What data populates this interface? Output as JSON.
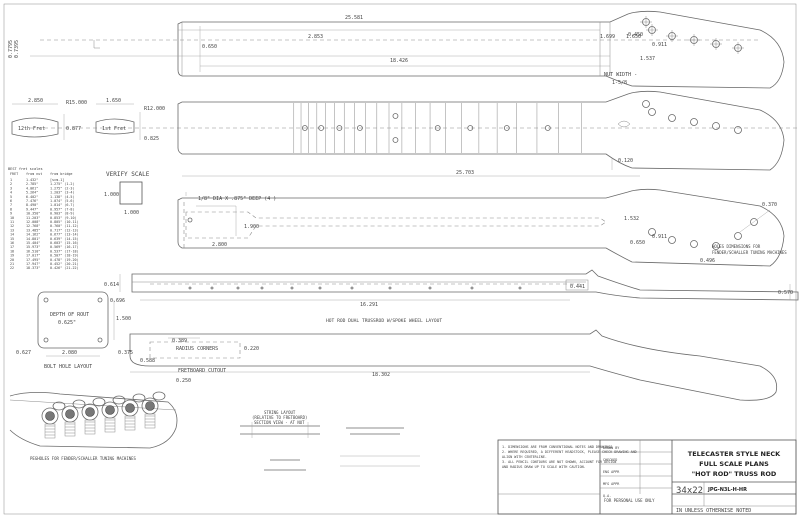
{
  "dims": {
    "overall_top": "25.581",
    "d2853": "2.853",
    "d0650": "0.650",
    "d18426": "18.426",
    "d1699": "1.699",
    "d1650": "1.650",
    "d1537": "1.537",
    "d0450": "0.450",
    "d0911": "0.911",
    "nut": "NUT WIDTH -",
    "nut2": "1-5/8",
    "left_vertical_1": "0.7795",
    "left_vertical_2": "0.7395",
    "r2850": "2.850",
    "r1650": "1.650",
    "r15000": "R15.000",
    "r12000": "R12.000",
    "r0877": "0.877",
    "r0825": "0.825",
    "fret12": "12th Fret",
    "fret1": "1st Fret",
    "d0120": "0.120",
    "overall_mid": "25.703",
    "verify": "VERIFY SCALE",
    "v1000a": "1.000",
    "v1000b": "1.000",
    "hole_note": "1/8\" DIA X .875\" DEEP (4 )",
    "d1900": "1.900",
    "d2800": "2.800",
    "d1532": "1.532",
    "d0370": "0.370",
    "d0650b": "0.650",
    "d0911b": "0.911",
    "d0496": "0.496",
    "holes_note1": "HOLES DIMENSIONS FOR",
    "holes_note2": "FENDER/SCHALLER TUNING MACHINES",
    "d0614": "0.614",
    "d0696": "0.696",
    "d16291": "16.291",
    "d0441": "0.441",
    "d0570": "0.570",
    "trussrod": "HOT ROD DUAL TRUSSROD W/SPOKE WHEEL LAYOUT",
    "rout1": "DEPTH OF ROUT",
    "rout2": "0.625\"",
    "d1500": "1.500",
    "d0627": "0.627",
    "d2080": "2.080",
    "d0375": "0.375",
    "bolt": "BOLT HOLE LAYOUT",
    "d0389": "0.389",
    "radius": "RADIUS CORNERS",
    "d0220": "0.220",
    "d0588": "0.588",
    "fretcut": "FRETBOARD CUTOUT",
    "d0250": "0.250",
    "d18302": "18.302",
    "pegs_note": "PEGHOLES FOR FENDER/SCHALLER TUNING MACHINES",
    "string_title": "STRING LAYOUT",
    "string_sub": "(RELATIVE TO FRETBOARD)",
    "string_sub2": "SECTION VIEW - AT NUT",
    "title1": "TELECASTER STYLE NECK",
    "title2": "FULL SCALE PLANS",
    "title3": "\"HOT ROD\" TRUSS ROD",
    "size": "34x22",
    "dwg": "JPG-N3L-H-HR",
    "personal": "FOR PERSONAL USE ONLY",
    "units": "IN UNLESS OTHERWISE NOTED"
  },
  "fret_table": {
    "header": [
      "FRET",
      "from nut",
      "from bridge"
    ],
    "title": "BEST fret scales",
    "rows": [
      [
        "1",
        "1.432\"",
        "[scm-1]"
      ],
      [
        "2",
        "2.785\"",
        "1.275\" (1-2)"
      ],
      [
        "3",
        "4.061\"",
        "1.275\" (2-3)"
      ],
      [
        "4",
        "5.264\"",
        "1.203\" (3-4)"
      ],
      [
        "5",
        "6.402\"",
        "1.138\" (4-5)"
      ],
      [
        "6",
        "7.476\"",
        "1.074\" (5-6)"
      ],
      [
        "7",
        "8.490\"",
        "1.014\" (6-7)"
      ],
      [
        "8",
        "9.447\"",
        "0.957\" (7-8)"
      ],
      [
        "9",
        "10.350\"",
        "0.903\" (8-9)"
      ],
      [
        "10",
        "11.203\"",
        "0.853\" (9-10)"
      ],
      [
        "11",
        "12.008\"",
        "0.805\" (10-11)"
      ],
      [
        "12",
        "12.768\"",
        "0.760\" (11-12)"
      ],
      [
        "13",
        "13.485\"",
        "0.717\" (12-13)"
      ],
      [
        "14",
        "14.162\"",
        "0.677\" (13-14)"
      ],
      [
        "15",
        "14.801\"",
        "0.639\" (14-15)"
      ],
      [
        "16",
        "15.404\"",
        "0.603\" (15-16)"
      ],
      [
        "17",
        "15.973\"",
        "0.569\" (16-17)"
      ],
      [
        "18",
        "16.510\"",
        "0.537\" (17-18)"
      ],
      [
        "19",
        "17.017\"",
        "0.507\" (18-19)"
      ],
      [
        "20",
        "17.495\"",
        "0.478\" (19-20)"
      ],
      [
        "21",
        "17.947\"",
        "0.452\" (20-21)"
      ],
      [
        "22",
        "18.373\"",
        "0.426\" (21-22)"
      ]
    ]
  },
  "notes": [
    "1. DIMENSIONS ARE FROM CONVENTIONAL NOTES AND DRAWINGS",
    "2. WHERE REQUIRED, A DIFFERENT HEADSTOCK, PLEASE CHECK DRAWING AND",
    "   ALIGN WITH CENTERLINE.",
    "3. ALL PENCIL CONTOURS ARE NOT SHOWN, ACCOUNT FOR DESIGN",
    "   AND RADIUS DRAW UP TO SCALE WITH CAUTION."
  ],
  "title_block": {
    "rows": [
      "DRAWN BY",
      "CHECKED",
      "ENG APPR",
      "MFG APPR",
      "Q.A."
    ]
  }
}
